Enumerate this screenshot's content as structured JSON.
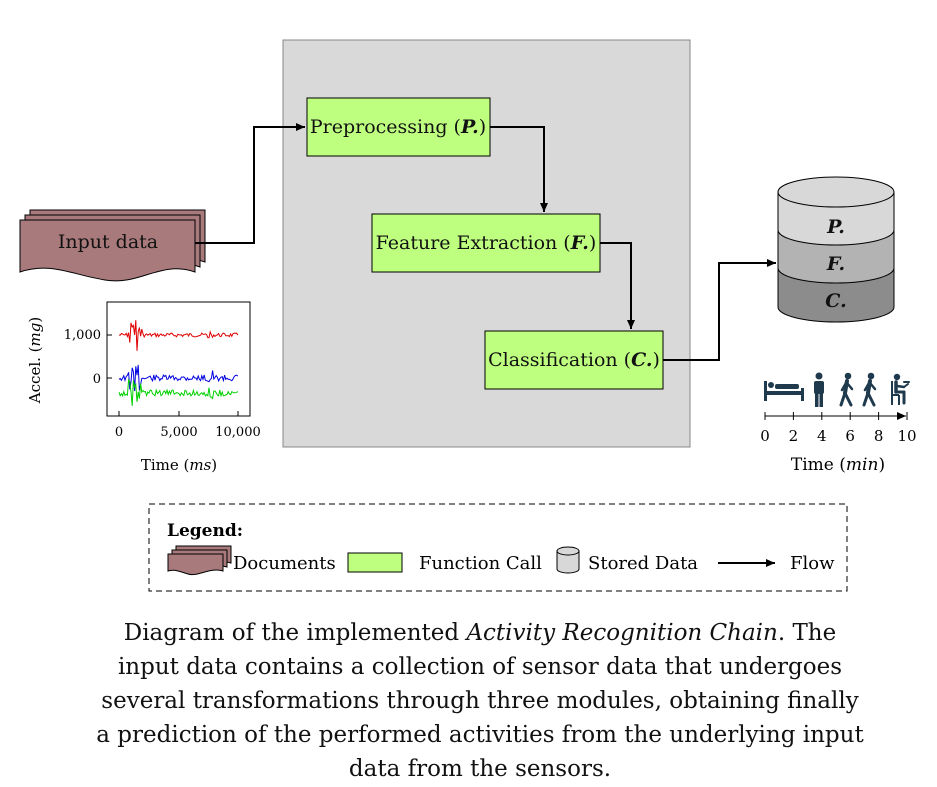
{
  "diagram": {
    "input": {
      "label": "Input data"
    },
    "modules": [
      {
        "name": "Preprocessing",
        "abbr": "P."
      },
      {
        "name": "Feature Extraction",
        "abbr": "F."
      },
      {
        "name": "Classification",
        "abbr": "C."
      }
    ],
    "storage_layers": [
      "P.",
      "F.",
      "C."
    ]
  },
  "plot": {
    "ylabel": "Accel.",
    "ylabel_unit": "mg",
    "xlabel": "Time",
    "xlabel_unit": "ms",
    "yticks": [
      "1,000",
      "0"
    ],
    "xticks": [
      "0",
      "5,000",
      "10,000"
    ],
    "series_colors": [
      "#e00000",
      "#0000e0",
      "#00d000"
    ]
  },
  "timeline": {
    "ticks": [
      "0",
      "2",
      "4",
      "6",
      "8",
      "10"
    ],
    "xlabel": "Time",
    "xlabel_unit": "min",
    "activity_icons": [
      "bed-icon",
      "standing-person-icon",
      "walking-person-icon",
      "walking-person-icon",
      "sitting-person-icon"
    ]
  },
  "legend": {
    "title": "Legend:",
    "items": [
      "Documents",
      "Function Call",
      "Stored Data",
      "Flow"
    ]
  },
  "caption": {
    "prefix": "Diagram of the implemented ",
    "italic": "Activity Recognition Chain",
    "suffix": ". The input data contains a collection of sensor data that undergoes several transformations through three modules, obtaining finally a prediction of the performed activities from the underlying input data from the sensors."
  },
  "colors": {
    "module_fill": "#bfff80",
    "document_fill": "#a97a7c",
    "container_fill": "#d9d9d9",
    "storage_top": "#d8d8d8",
    "storage_mid": "#b3b3b3",
    "storage_bottom": "#8c8c8c",
    "icon_color": "#1f3a4d"
  }
}
